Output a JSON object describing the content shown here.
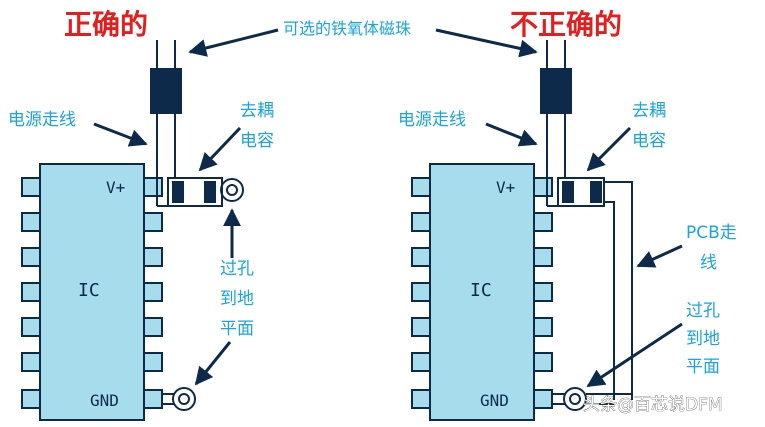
{
  "colors": {
    "correct_title": "#e21e1e",
    "incorrect_title": "#e21e1e",
    "label": "#1aa3dd",
    "chip_fill": "#a6dcec",
    "chip_stroke": "#0d2a4a",
    "ferrite": "#0d2a4a",
    "arrow": "#0d2a4a"
  },
  "left_panel": {
    "title": "正确的",
    "power_trace_label": "电源走线",
    "decap_label": [
      "去耦",
      "电容"
    ],
    "via_label": [
      "过孔",
      "到地",
      "平面"
    ],
    "chip_label": "IC",
    "vplus_label": "V+",
    "gnd_label": "GND"
  },
  "right_panel": {
    "title": "不正确的",
    "power_trace_label": "电源走线",
    "decap_label": [
      "去耦",
      "电容"
    ],
    "pcb_trace_label": [
      "PCB走",
      "线"
    ],
    "via_label": [
      "过孔",
      "到地",
      "平面"
    ],
    "chip_label": "IC",
    "vplus_label": "V+",
    "gnd_label": "GND"
  },
  "shared": {
    "ferrite_label": "可选的铁氧体磁珠"
  },
  "watermark": {
    "text": "头条@百芯说DFM"
  },
  "icons": [
    "arrow-icon",
    "ferrite-bead-icon",
    "capacitor-icon",
    "via-icon"
  ]
}
